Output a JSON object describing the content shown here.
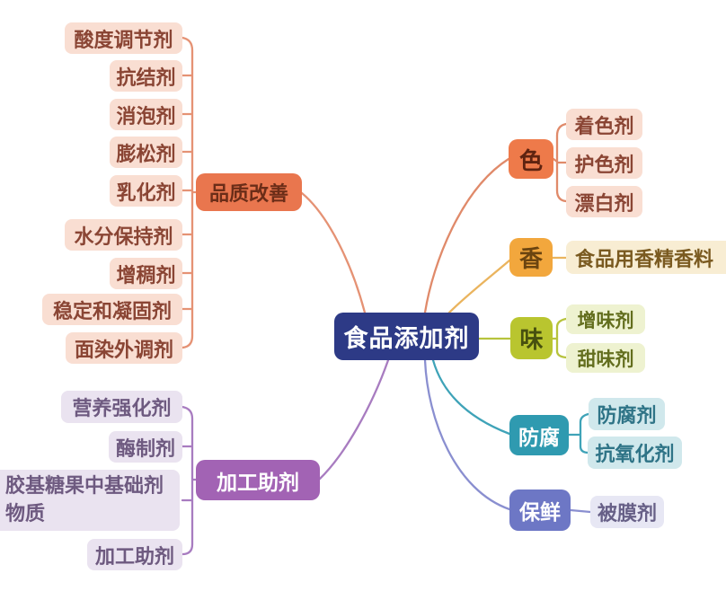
{
  "root": {
    "label": "食品添加剂"
  },
  "branches": [
    {
      "id": "quality",
      "label": "品质改善",
      "children": [
        "酸度调节剂",
        "抗结剂",
        "消泡剂",
        "膨松剂",
        "乳化剂",
        "水分保持剂",
        "增稠剂",
        "稳定和凝固剂",
        "面染外调剂"
      ]
    },
    {
      "id": "processing",
      "label": "加工助剂",
      "children": [
        "营养强化剂",
        "酶制剂",
        "胶基糖果中基础剂物质",
        "加工助剂"
      ]
    },
    {
      "id": "color",
      "label": "色",
      "children": [
        "着色剂",
        "护色剂",
        "漂白剂"
      ]
    },
    {
      "id": "aroma",
      "label": "香",
      "children": [
        "食品用香精香料"
      ]
    },
    {
      "id": "taste",
      "label": "味",
      "children": [
        "增味剂",
        "甜味剂"
      ]
    },
    {
      "id": "preservative",
      "label": "防腐",
      "children": [
        "防腐剂",
        "抗氧化剂"
      ]
    },
    {
      "id": "freshness",
      "label": "保鲜",
      "children": [
        "被膜剂"
      ]
    }
  ],
  "colors": {
    "root_bg": "#2d3a86",
    "quality_node": "#e9764e",
    "quality_node_text": "#6b2d18",
    "quality_child_bg": "#f9ded2",
    "quality_text": "#8a4534",
    "quality_line": "#e59274",
    "processing_node": "#a263b4",
    "processing_child_bg": "#eae3f0",
    "processing_text": "#6e5a80",
    "processing_line": "#a87cc0",
    "color_node": "#ee7a4a",
    "color_node_text": "#5f2310",
    "color_child_bg": "#f9ded2",
    "color_text": "#8a4534",
    "color_line": "#e08a6a",
    "aroma_node": "#f2a73d",
    "aroma_node_text": "#6b4410",
    "aroma_child_bg": "#f8edd3",
    "aroma_text": "#7a5a20",
    "aroma_line": "#eab45e",
    "taste_node": "#b9c52f",
    "taste_node_text": "#47500f",
    "taste_child_bg": "#eef2d0",
    "taste_text": "#636e1e",
    "taste_line": "#b7c33d",
    "preserv_node": "#2f9ab0",
    "preserv_child_bg": "#d0e8ec",
    "preserv_text": "#2f7487",
    "preserv_line": "#3fa3b8",
    "fresh_node": "#6d77c5",
    "fresh_child_bg": "#e7e7f4",
    "fresh_text": "#676087",
    "fresh_line": "#8a8fd0"
  }
}
